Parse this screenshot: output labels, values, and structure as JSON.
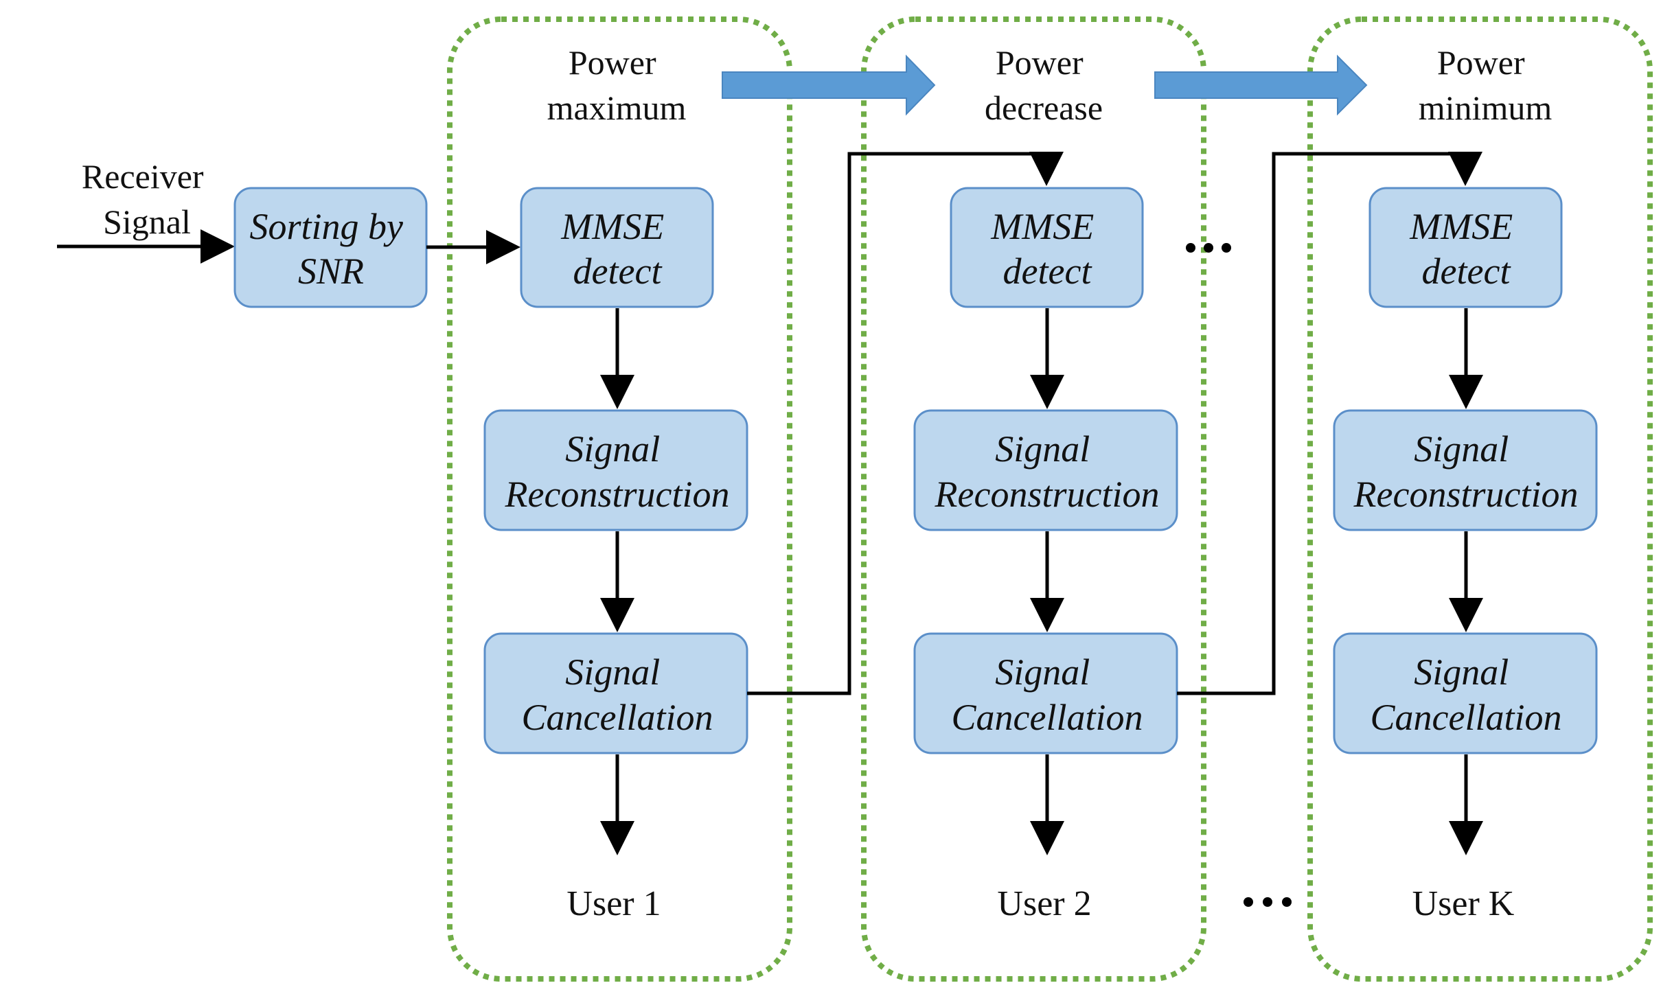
{
  "input": {
    "line1": "Receiver",
    "line2": "Signal"
  },
  "sorting_box": {
    "line1": "Sorting by",
    "line2": "SNR"
  },
  "stages": [
    {
      "power_line1": "Power",
      "power_line2": "maximum",
      "mmse_line1": "MMSE",
      "mmse_line2": "detect",
      "recon_line1": "Signal",
      "recon_line2": "Reconstruction",
      "cancel_line1": "Signal",
      "cancel_line2": "Cancellation",
      "user": "User 1"
    },
    {
      "power_line1": "Power",
      "power_line2": "decrease",
      "mmse_line1": "MMSE",
      "mmse_line2": "detect",
      "recon_line1": "Signal",
      "recon_line2": "Reconstruction",
      "cancel_line1": "Signal",
      "cancel_line2": "Cancellation",
      "user": "User 2"
    },
    {
      "power_line1": "Power",
      "power_line2": "minimum",
      "mmse_line1": "MMSE",
      "mmse_line2": "detect",
      "recon_line1": "Signal",
      "recon_line2": "Reconstruction",
      "cancel_line1": "Signal",
      "cancel_line2": "Cancellation",
      "user": "User K"
    }
  ],
  "colors": {
    "box_fill": "#bdd7ee",
    "box_stroke": "#5b8fc9",
    "group_border": "#70ad47",
    "power_arrow": "#5b9bd5",
    "line": "#000000"
  }
}
